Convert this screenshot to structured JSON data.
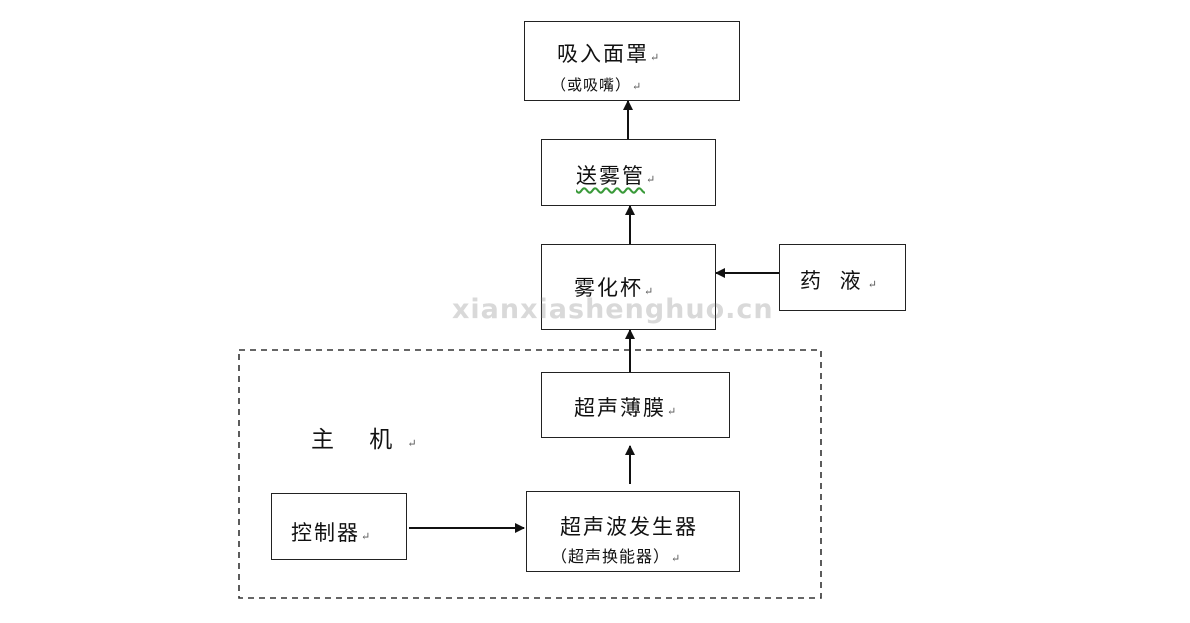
{
  "diagram": {
    "nodes": {
      "mask": {
        "label": "吸入面罩",
        "sub": "（或吸嘴）"
      },
      "tube": {
        "label": "送雾管"
      },
      "cup": {
        "label": "雾化杯"
      },
      "liquid": {
        "label": "药 液"
      },
      "membrane": {
        "label": "超声薄膜"
      },
      "generator": {
        "label": "超声波发生器",
        "sub": "（超声换能器）"
      },
      "controller": {
        "label": "控制器"
      }
    },
    "group": {
      "label": "主 机"
    },
    "return_mark": "↵",
    "watermark": "xianxiashenghuo.cn"
  }
}
